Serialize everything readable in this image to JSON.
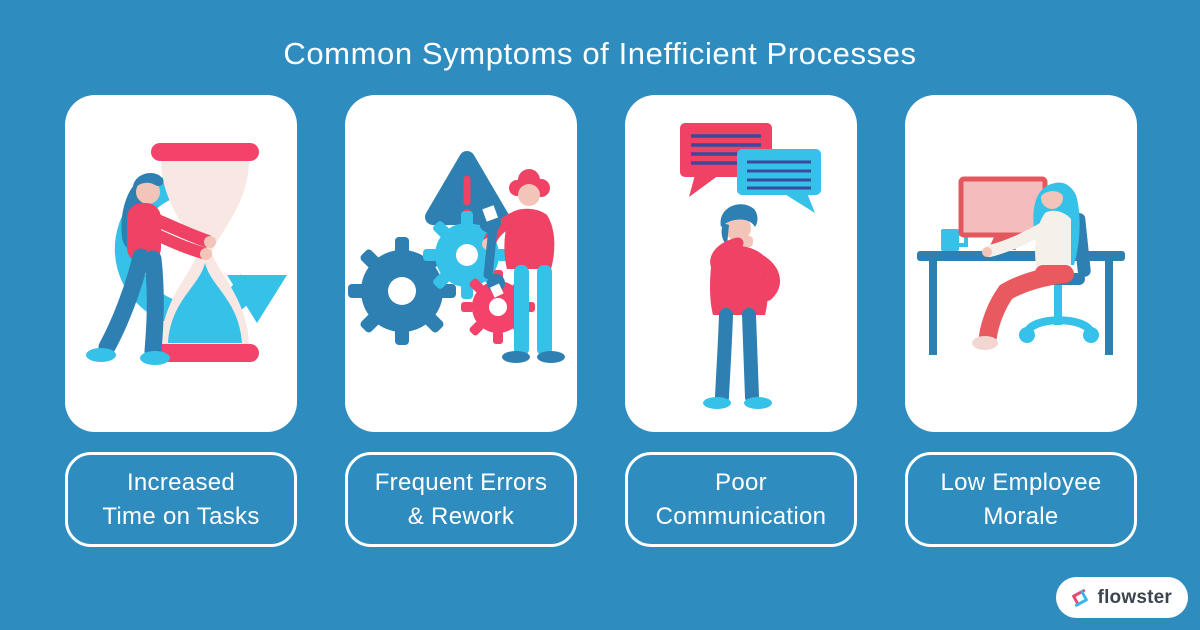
{
  "title": "Common Symptoms of Inefficient Processes",
  "cards": [
    {
      "id": "increased-time-on-tasks",
      "illustration": "person-pushing-hourglass-with-refresh-arrow",
      "label_line1": "Increased",
      "label_line2": "Time on Tasks"
    },
    {
      "id": "frequent-errors-rework",
      "illustration": "worker-with-wrench-gears-and-warning-triangle",
      "label_line1": "Frequent Errors",
      "label_line2": "& Rework"
    },
    {
      "id": "poor-communication",
      "illustration": "thinking-person-with-overlapping-speech-bubbles",
      "label_line1": "Poor",
      "label_line2": "Communication"
    },
    {
      "id": "low-employee-morale",
      "illustration": "employee-slumped-at-desk-with-computer",
      "label_line1": "Low Employee",
      "label_line2": "Morale"
    }
  ],
  "footer": {
    "brand_name": "flowster",
    "logo_icon": "flowster-triangle-swirl-icon"
  },
  "colors": {
    "background_blue": "#2E8CBF",
    "card_white": "#FFFFFF",
    "accent_pink_red": "#EF4265",
    "accent_cyan": "#35C1E8",
    "accent_dark_blue": "#2E7FB2",
    "pale_pink_glass": "#F9E7E3",
    "speech_line_navy": "#3A4A9F",
    "monitor_red": "#E4575E",
    "logo_text": "#3D444D"
  }
}
